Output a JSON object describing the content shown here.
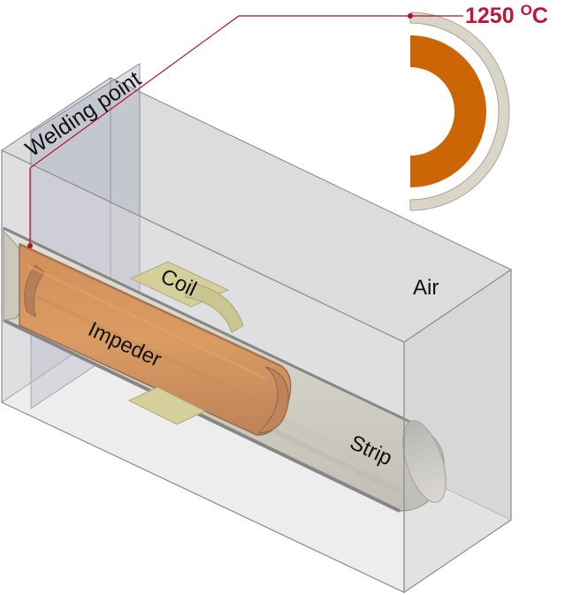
{
  "labels": {
    "welding_point": "Welding point",
    "coil": "Coil",
    "air": "Air",
    "impeder": "Impeder",
    "strip": "Strip",
    "temperature": "1250 ",
    "temperature_unit_sup": "O",
    "temperature_unit": "C"
  },
  "colors": {
    "air_box": "#d7d7d9",
    "air_edge": "#8c8c92",
    "strip": "#e4dfc9",
    "strip_dark": "#9a978c",
    "impeder": "#c95f0e",
    "impeder_light": "#e07a1f",
    "coil": "#d8d07a",
    "leader_line": "#b00f2e",
    "temperature_text": "#c0163a",
    "ring_outer": "#d9d6c8"
  }
}
